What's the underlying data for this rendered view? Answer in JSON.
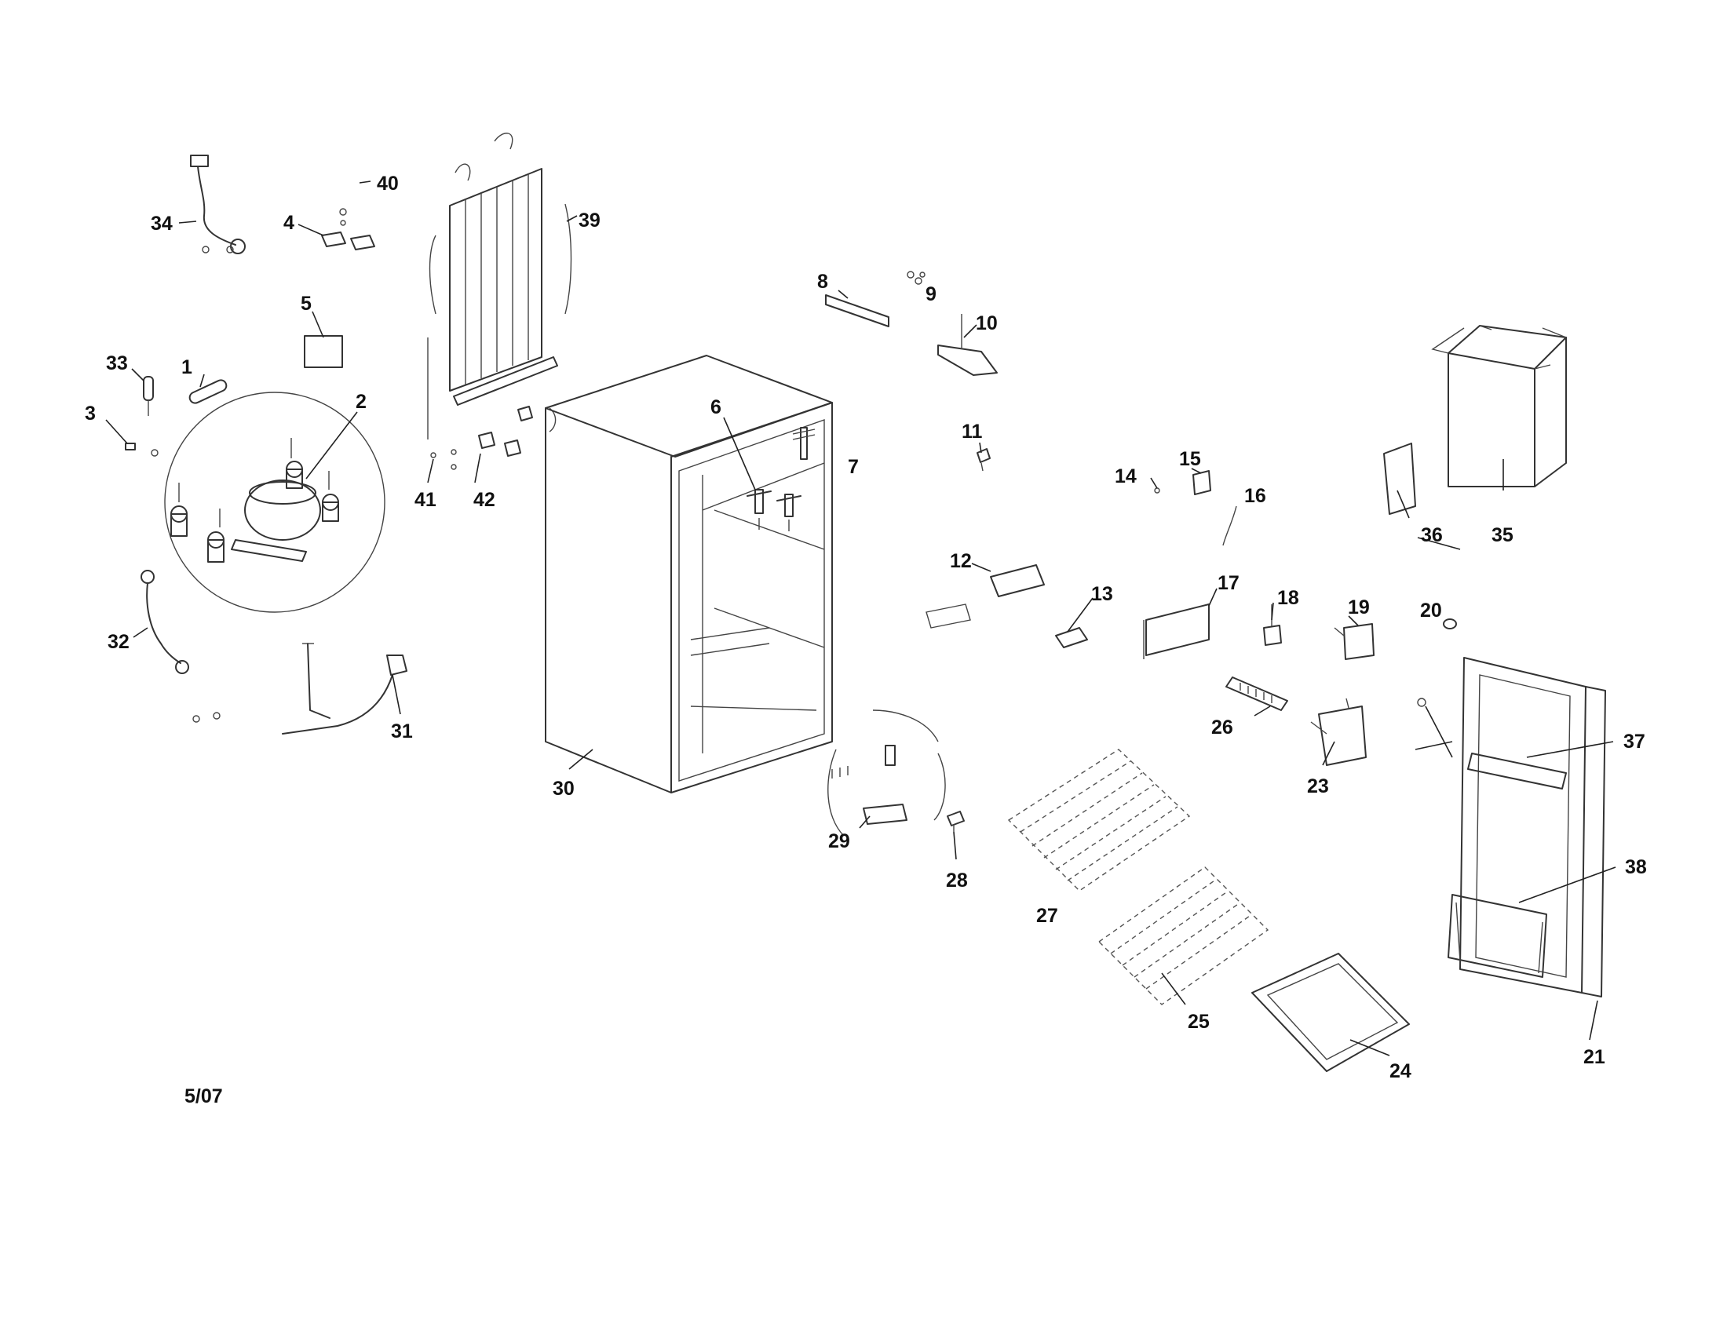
{
  "date_code": "5/07",
  "callouts": [
    {
      "id": "1",
      "text": "1"
    },
    {
      "id": "2",
      "text": "2"
    },
    {
      "id": "3",
      "text": "3"
    },
    {
      "id": "4",
      "text": "4"
    },
    {
      "id": "5",
      "text": "5"
    },
    {
      "id": "6",
      "text": "6"
    },
    {
      "id": "7",
      "text": "7"
    },
    {
      "id": "8",
      "text": "8"
    },
    {
      "id": "9",
      "text": "9"
    },
    {
      "id": "10",
      "text": "10"
    },
    {
      "id": "11",
      "text": "11"
    },
    {
      "id": "12",
      "text": "12"
    },
    {
      "id": "13",
      "text": "13"
    },
    {
      "id": "14",
      "text": "14"
    },
    {
      "id": "15",
      "text": "15"
    },
    {
      "id": "16",
      "text": "16"
    },
    {
      "id": "17",
      "text": "17"
    },
    {
      "id": "18",
      "text": "18"
    },
    {
      "id": "19",
      "text": "19"
    },
    {
      "id": "20",
      "text": "20"
    },
    {
      "id": "21",
      "text": "21"
    },
    {
      "id": "23",
      "text": "23"
    },
    {
      "id": "24",
      "text": "24"
    },
    {
      "id": "25",
      "text": "25"
    },
    {
      "id": "26",
      "text": "26"
    },
    {
      "id": "27",
      "text": "27"
    },
    {
      "id": "28",
      "text": "28"
    },
    {
      "id": "29",
      "text": "29"
    },
    {
      "id": "30",
      "text": "30"
    },
    {
      "id": "31",
      "text": "31"
    },
    {
      "id": "32",
      "text": "32"
    },
    {
      "id": "33",
      "text": "33"
    },
    {
      "id": "34",
      "text": "34"
    },
    {
      "id": "35",
      "text": "35"
    },
    {
      "id": "36",
      "text": "36"
    },
    {
      "id": "37",
      "text": "37"
    },
    {
      "id": "38",
      "text": "38"
    },
    {
      "id": "39",
      "text": "39"
    },
    {
      "id": "40",
      "text": "40"
    },
    {
      "id": "41",
      "text": "41"
    },
    {
      "id": "42",
      "text": "42"
    }
  ]
}
